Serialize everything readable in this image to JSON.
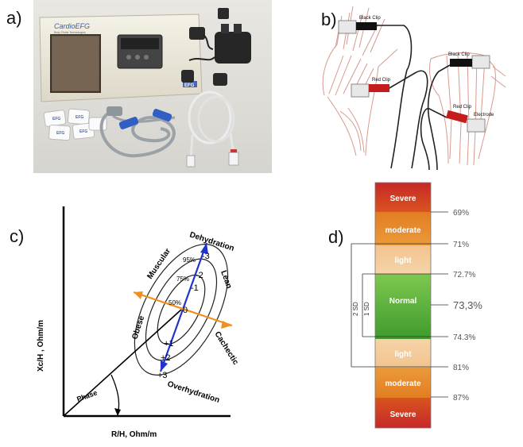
{
  "panels": {
    "a": {
      "label": "a)",
      "device_brand": "CardioEFG",
      "device_subtitle": "Body Fluids Technologies",
      "device_badge": "EFG",
      "electrode_text": "EFG"
    },
    "b": {
      "label": "b)",
      "hand_black_clip": "Black Clip",
      "hand_red_clip": "Red Clip",
      "foot_black_clip": "Black Clip",
      "foot_red_clip": "Red Clip",
      "foot_electrode": "Electrode"
    },
    "c": {
      "label": "c)",
      "xlabel": "R/H, Ohm/m",
      "ylabel": "Xc/H , Ohm/m",
      "words": {
        "dehydration": "Dehydration",
        "overhydration": "Overhydration",
        "muscular": "Muscular",
        "lean": "Lean",
        "obese": "Obese",
        "cachectic": "Cachectic",
        "phase": "Phase"
      },
      "ellipse_labels": {
        "p95": "95%",
        "p75": "75%",
        "p50": "50%"
      },
      "ticks": [
        "-3",
        "-2",
        "-1",
        "0",
        "+1",
        "+2",
        "+3"
      ]
    },
    "d": {
      "label": "d)",
      "bands": [
        {
          "name": "Severe",
          "color_top": "#c62828",
          "color_bottom": "#d9541f"
        },
        {
          "name": "moderate",
          "color_top": "#e27d22",
          "color_bottom": "#eb9a3a"
        },
        {
          "name": "light",
          "color_top": "#f2c48f",
          "color_bottom": "#f6d3a8"
        },
        {
          "name": "Normal",
          "color_top": "#7ec850",
          "color_bottom": "#3f9b2c"
        },
        {
          "name": "light",
          "color_top": "#f6d3a8",
          "color_bottom": "#f2c48f"
        },
        {
          "name": "moderate",
          "color_top": "#eb9a3a",
          "color_bottom": "#e27d22"
        },
        {
          "name": "Severe",
          "color_top": "#d9541f",
          "color_bottom": "#c62828"
        }
      ],
      "thresholds": [
        "69%",
        "71%",
        "72.7%",
        "73,3%",
        "74.3%",
        "81%",
        "87%"
      ],
      "sd_labels": {
        "two_sd": "2 SD",
        "one_sd": "1 SD"
      }
    }
  }
}
